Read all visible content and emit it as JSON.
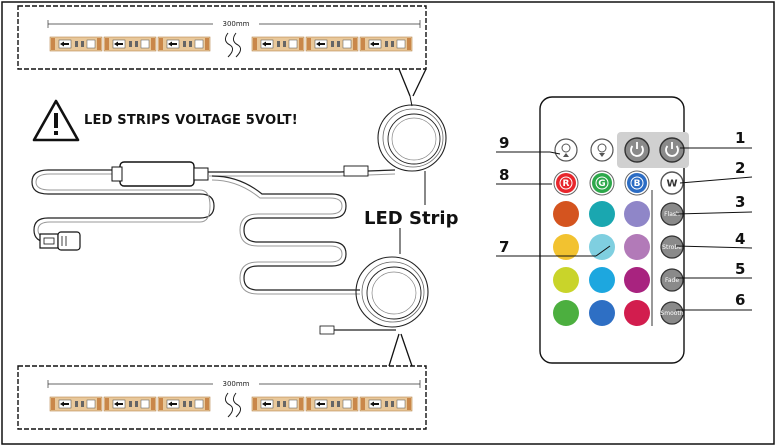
{
  "warning": {
    "text": "LED STRIPS VOLTAGE 5VOLT!",
    "icon": "warning-triangle-icon"
  },
  "strip_label": "LED Strip",
  "dimension": "300mm",
  "callouts": [
    "9",
    "8",
    "7",
    "1",
    "2",
    "3",
    "4",
    "5",
    "6"
  ],
  "remote": {
    "top_row": [
      "brightness-up-icon",
      "brightness-down-icon",
      "off-icon",
      "power-icon"
    ],
    "rgb_row": [
      {
        "letter": "R",
        "color": "#e8262c"
      },
      {
        "letter": "G",
        "color": "#2ca84a"
      },
      {
        "letter": "B",
        "color": "#2b6cc4"
      },
      {
        "letter": "W",
        "color": "#ffffff"
      }
    ],
    "color_grid": [
      [
        "#d4541f",
        "#1aa7b0",
        "#8f86c8"
      ],
      [
        "#f2c230",
        "#7fcfe0",
        "#b27ab8"
      ],
      [
        "#c9d42a",
        "#1da7df",
        "#a8237f"
      ],
      [
        "#4caf3f",
        "#2e6fc4",
        "#d21d4e"
      ]
    ],
    "side_keys": [
      "Flash",
      "Strobe",
      "Fade",
      "Smooth"
    ]
  }
}
